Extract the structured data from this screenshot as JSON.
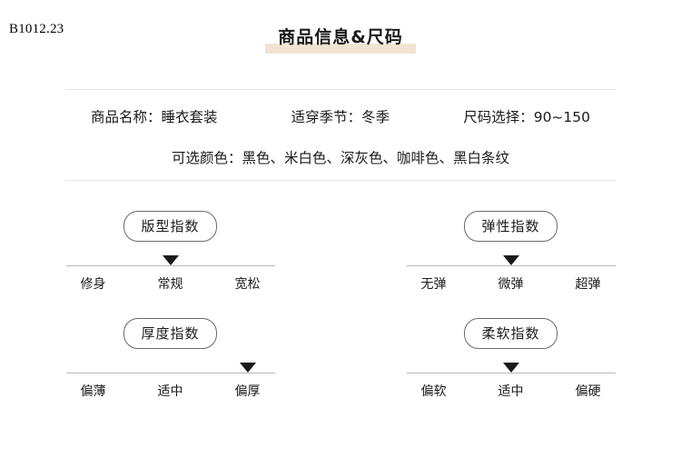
{
  "sku": {
    "code": "B1012.23"
  },
  "header": {
    "title": "商品信息&尺码",
    "highlight_color": "#f2e4d2"
  },
  "product_info": {
    "row1": [
      {
        "label": "商品名称：",
        "value": "睡衣套装"
      },
      {
        "label": "适穿季节：",
        "value": "冬季"
      },
      {
        "label": "尺码选择：",
        "value": "90~150"
      }
    ],
    "row2": {
      "label": "可选颜色：",
      "value": "黑色、米白色、深灰色、咖啡色、黑白条纹"
    }
  },
  "indices": [
    {
      "name": "版型指数",
      "labels": [
        "修身",
        "常规",
        "宽松"
      ],
      "selected_index": 1
    },
    {
      "name": "弹性指数",
      "labels": [
        "无弹",
        "微弹",
        "超弹"
      ],
      "selected_index": 1
    },
    {
      "name": "厚度指数",
      "labels": [
        "偏薄",
        "适中",
        "偏厚"
      ],
      "selected_index": 2
    },
    {
      "name": "柔软指数",
      "labels": [
        "偏软",
        "适中",
        "偏硬"
      ],
      "selected_index": 1
    }
  ]
}
